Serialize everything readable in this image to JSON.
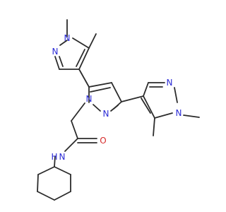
{
  "molecule": {
    "atoms": {
      "n_pyrazole_top_1": "N",
      "n_pyrazole_top_2": "N",
      "n_central_1": "N",
      "n_central_2": "N",
      "n_pyrazole_right_1": "N",
      "n_pyrazole_right_2": "N",
      "n_amide": "N",
      "h_amide": "H",
      "o_carbonyl": "O"
    },
    "colors": {
      "bond": "#2b2b2b",
      "nitrogen": "#2b2bd6",
      "oxygen": "#d62b2b"
    }
  }
}
